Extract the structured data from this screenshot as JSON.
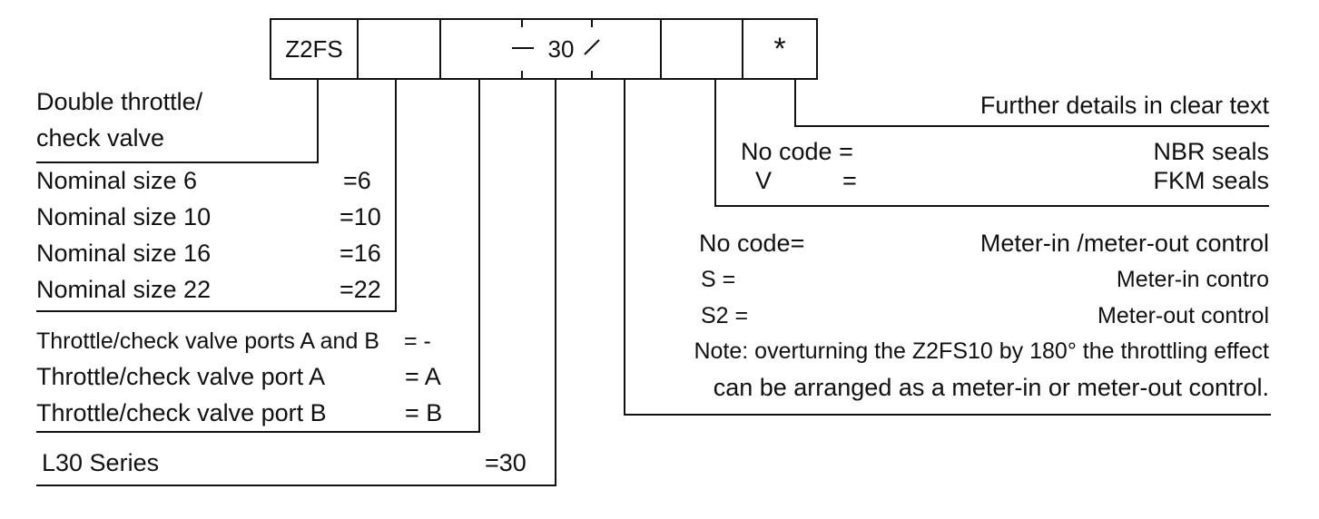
{
  "code_boxes": {
    "type_code": "Z2FS",
    "series_code": "30",
    "asterisk": "*"
  },
  "valve_type": {
    "line1": "Double throttle/",
    "line2": "check valve"
  },
  "nominal_sizes": [
    {
      "label": "Nominal size  6",
      "code": "=6"
    },
    {
      "label": "Nominal size 10",
      "code": "=10"
    },
    {
      "label": "Nominal size  16",
      "code": "=16"
    },
    {
      "label": "Nominal size  22",
      "code": "=22"
    }
  ],
  "ports": [
    {
      "label": "Throttle/check valve ports A and B",
      "code": "=  -"
    },
    {
      "label": "Throttle/check valve port A",
      "code": "= A"
    },
    {
      "label": "Throttle/check valve port B",
      "code": "= B"
    }
  ],
  "series": {
    "label": "L30 Series",
    "code": "=30"
  },
  "further_details": "Further details in clear text",
  "seals": [
    {
      "code": "No code =",
      "desc": "NBR seals"
    },
    {
      "code": "V",
      "eq": "=",
      "desc": "FKM seals"
    }
  ],
  "control": [
    {
      "code": "No code=",
      "desc": "Meter-in /meter-out control"
    },
    {
      "code": "S =",
      "desc": "Meter-in contro"
    },
    {
      "code": "S2 =",
      "desc": "Meter-out control"
    }
  ],
  "note": {
    "line1": "Note: overturning the Z2FS10 by 180° the throttling effect",
    "line2": "can be arranged as a meter-in or meter-out control."
  }
}
